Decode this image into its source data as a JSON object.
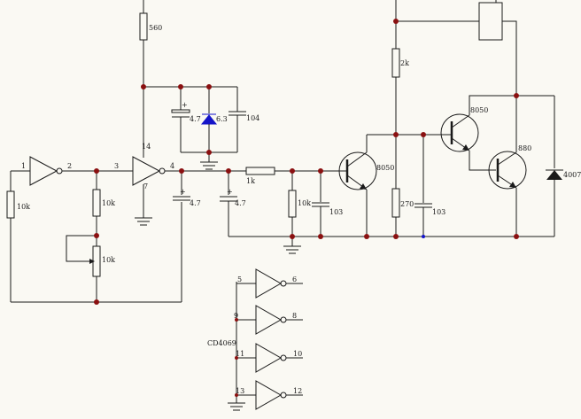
{
  "labels": {
    "r_560": "560",
    "r_10k_a": "10k",
    "r_10k_b": "10k",
    "pot_10k": "10k",
    "c_4_7_a": "4.7",
    "z_6_3": "6.3",
    "c_104": "104",
    "c_4_7_b": "4.7",
    "c_4_7_c": "4.7",
    "r_1k": "1k",
    "r_10k_c": "10k",
    "c_103_a": "103",
    "q_8050_a": "8050",
    "r_2k": "2k",
    "r_270": "270",
    "c_103_b": "103",
    "q_8050_b": "8050",
    "q_880": "880",
    "d_4007": "4007",
    "ic": "CD4069",
    "pin_1": "1",
    "pin_2": "2",
    "pin_3": "3",
    "pin_4": "4",
    "pin_14": "14",
    "pin_7": "7",
    "pin_5": "5",
    "pin_6": "6",
    "pin_9": "9",
    "pin_8": "8",
    "pin_11": "11",
    "pin_10": "10",
    "pin_13": "13",
    "pin_12": "12",
    "plus_a": "+",
    "plus_b": "+",
    "plus_c": "+"
  },
  "colors": {
    "wire": "#1a1a1a",
    "junction": "#8a1010",
    "zener": "#1414c8",
    "background": "#faf9f3"
  }
}
